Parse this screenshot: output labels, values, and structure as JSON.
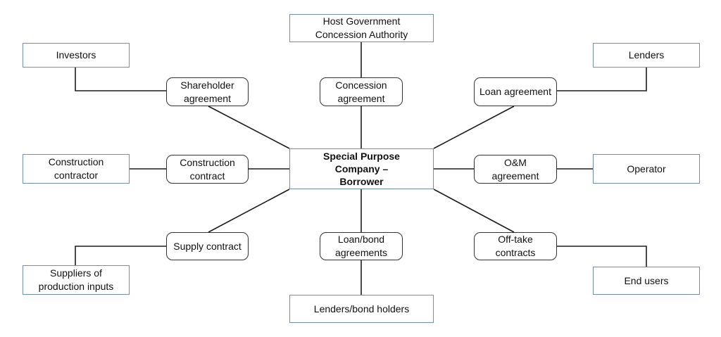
{
  "center": {
    "label": "Special Purpose\nCompany –\nBorrower"
  },
  "parties": {
    "host_government": "Host Government\nConcession Authority",
    "investors": "Investors",
    "lenders": "Lenders",
    "construction_contractor": "Construction\ncontractor",
    "operator": "Operator",
    "suppliers": "Suppliers of\nproduction inputs",
    "lenders_bond_holders": "Lenders/bond holders",
    "end_users": "End users"
  },
  "contracts": {
    "shareholder_agreement": "Shareholder\nagreement",
    "concession_agreement": "Concession\nagreement",
    "loan_agreement": "Loan agreement",
    "construction_contract": "Construction\ncontract",
    "om_agreement": "O&M\nagreement",
    "supply_contract": "Supply contract",
    "loan_bond_agreements": "Loan/bond\nagreements",
    "offtake_contracts": "Off-take\ncontracts"
  }
}
